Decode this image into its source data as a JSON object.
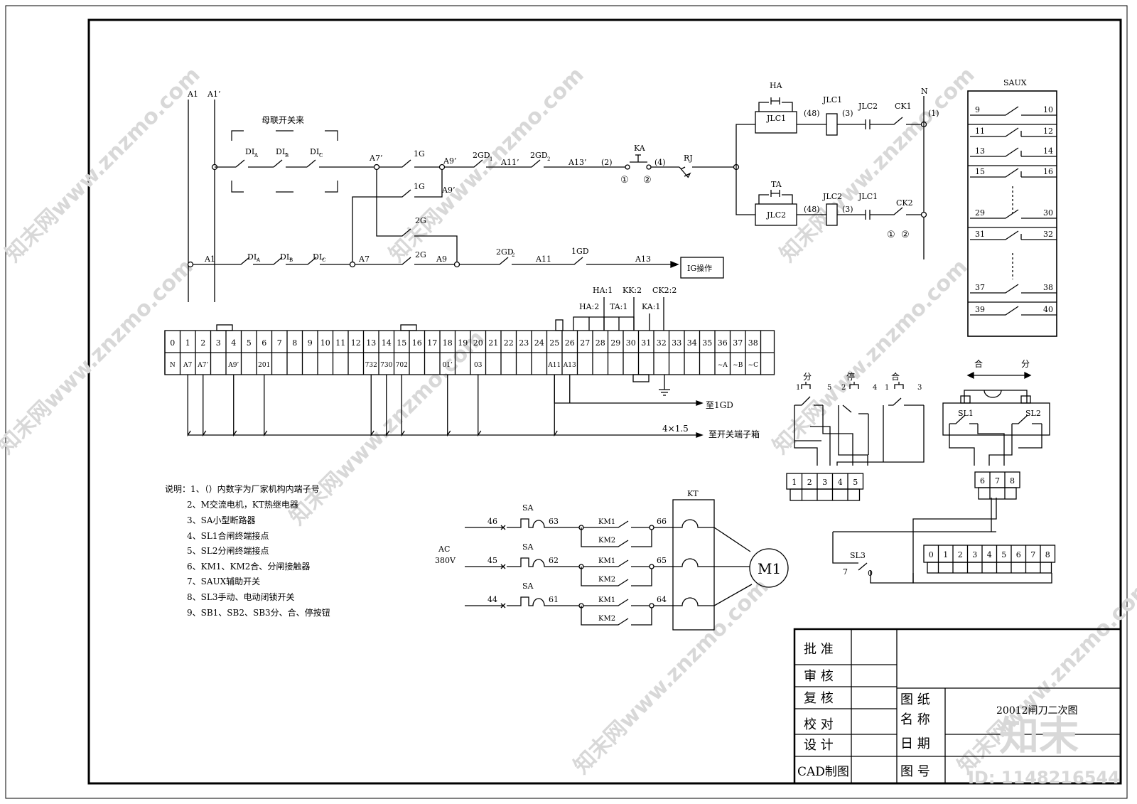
{
  "watermark": {
    "site": "知末网www.znzmo.com",
    "logo": "知末",
    "id": "ID: 1148216544"
  },
  "control": {
    "busbar_a1": "A1",
    "busbar_a1p": "A1’",
    "bus_label": "母联开关来",
    "dl_upper": [
      "DL",
      "DL",
      "DL"
    ],
    "dl_upper_sub": [
      "A",
      "B",
      "C"
    ],
    "dl_lower": [
      "DL",
      "DL",
      "DL"
    ],
    "dl_lower_sub": [
      "A",
      "B",
      "C"
    ],
    "a7p": "A7’",
    "g1a": "1G",
    "a9p1": "A9’",
    "g1b": "1G",
    "a9p2": "A9’",
    "gd2_1": "2GD",
    "gd2_1_sub": "1",
    "a11p": "A11’",
    "gd2_2": "2GD",
    "gd2_2_sub": "2",
    "a13p": "A13’",
    "n2": "(2)",
    "ka": "KA",
    "n4": "(4)",
    "c1": "①",
    "c2": "②",
    "rj": "RJ",
    "ha": "HA",
    "jlc1_contact": "JLC1",
    "n48a": "(48)",
    "jlc1_coil": "JLC1",
    "n3a": "(3)",
    "jlc2_nc": "JLC2",
    "ck1": "CK1",
    "n_label": "N",
    "n1": "(1)",
    "ta": "TA",
    "jlc2_contact": "JLC2",
    "n48b": "(48)",
    "jlc2_coil": "JLC2",
    "n3b": "(3)",
    "jlc1_nc": "JLC1",
    "ck2": "CK2",
    "c3": "①",
    "c4": "②",
    "a1_low": "A1",
    "a7_low": "A7",
    "g2a": "2G",
    "g2b": "2G",
    "a9_low": "A9",
    "gd2_low": "2GD",
    "gd2_low_sub": "2",
    "a11_low": "A11",
    "gd1_low": "1GD",
    "a13_low": "A13",
    "ig_box": "IG操作"
  },
  "saux": {
    "title": "SAUX",
    "rows": [
      [
        "9",
        "10"
      ],
      [
        "11",
        "12"
      ],
      [
        "13",
        "14"
      ],
      [
        "15",
        "16"
      ],
      [
        "29",
        "30"
      ],
      [
        "31",
        "32"
      ],
      [
        "37",
        "38"
      ],
      [
        "39",
        "40"
      ]
    ]
  },
  "terminal": {
    "top_labels": [
      "HA:1",
      "KK:2",
      "CK2:2",
      "HA:2",
      "TA:1",
      "KA:1"
    ],
    "numbers": [
      "0",
      "1",
      "2",
      "3",
      "4",
      "5",
      "6",
      "7",
      "8",
      "9",
      "10",
      "11",
      "12",
      "13",
      "14",
      "15",
      "16",
      "17",
      "18",
      "19",
      "20",
      "21",
      "22",
      "23",
      "24",
      "25",
      "26",
      "27",
      "28",
      "29",
      "30",
      "31",
      "32",
      "33",
      "34",
      "35",
      "36",
      "37",
      "38"
    ],
    "wires": {
      "0": "N",
      "1": "A7",
      "2": "A7’",
      "4": "A9’",
      "6": "201",
      "13": "732",
      "14": "730",
      "15": "702",
      "18": "01’",
      "20": "03",
      "25": "A11",
      "26": "A13",
      "36": "~A",
      "37": "~B",
      "38": "~C"
    },
    "to_1gd": "至1GD",
    "cable": "4×1.5",
    "to_box": "至开关端子箱"
  },
  "notes": [
    "说明：1、（）内数字为厂家机构内端子号",
    "2、M交流电机，KT热继电器",
    "3、SA小型断路器",
    "4、SL1合闸终端接点",
    "5、SL2分闸终端接点",
    "6、KM1、KM2合、分闸接触器",
    "7、SAUX辅助开关",
    "8、SL3手动、电动闭锁开关",
    "9、SB1、SB2、SB3分、合、停按钮"
  ],
  "motor": {
    "ac": "AC",
    "volt": "380V",
    "kt": "KT",
    "m1": "M1",
    "phases": [
      {
        "in": "46",
        "sa": "SA",
        "mid": "63",
        "km1": "KM1",
        "km2": "KM2",
        "out": "66"
      },
      {
        "in": "45",
        "sa": "SA",
        "mid": "62",
        "km1": "KM1",
        "km2": "KM2",
        "out": "65"
      },
      {
        "in": "44",
        "sa": "SA",
        "mid": "61",
        "km1": "KM1",
        "km2": "KM2",
        "out": "64"
      }
    ]
  },
  "buttons": {
    "open": "分",
    "stop": "停",
    "close": "合",
    "pins": [
      "1",
      "5",
      "2",
      "4",
      "1",
      "3"
    ],
    "terms": [
      "1",
      "2",
      "3",
      "4",
      "5"
    ]
  },
  "limit": {
    "close": "合",
    "open": "分",
    "sl1": "SL1",
    "sl2": "SL2",
    "terms": [
      "6",
      "7",
      "8"
    ]
  },
  "sl3": {
    "label": "SL3",
    "p7": "7",
    "p0": "0",
    "terms": [
      "0",
      "1",
      "2",
      "3",
      "4",
      "5",
      "6",
      "7",
      "8"
    ]
  },
  "titleblock": {
    "approve": "批  准",
    "review": "审  核",
    "recheck": "复  核",
    "proof": "校  对",
    "design": "设  计",
    "cad": "CAD制图",
    "drawing1": "图  纸",
    "drawing2": "名  称",
    "date": "日  期",
    "number": "图  号",
    "name": "20012闸刀二次图"
  }
}
